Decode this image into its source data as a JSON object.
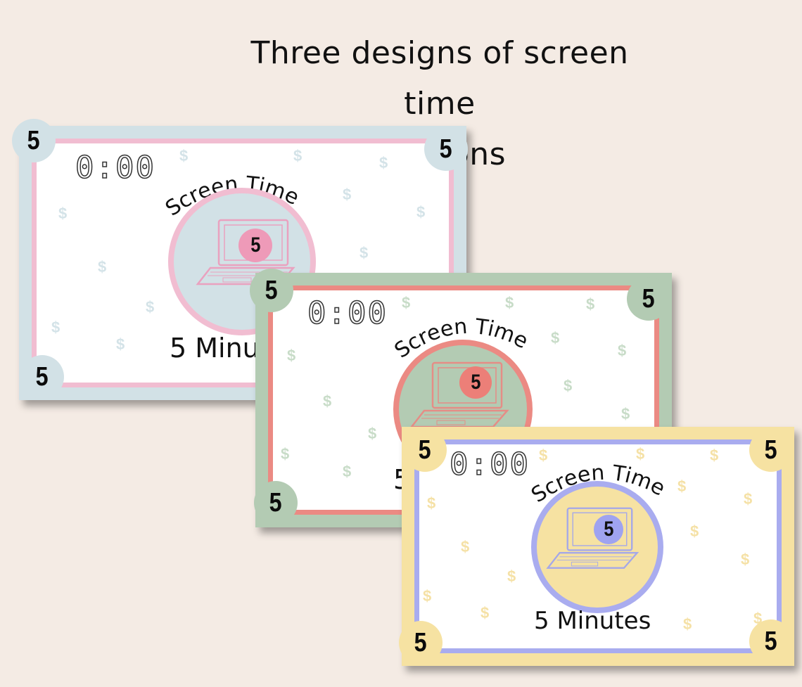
{
  "title_line1": "Three designs of screen time",
  "title_line2": "coupons",
  "coupons": [
    {
      "corner_number": "5",
      "clock": "0:00",
      "heading": "Screen Time",
      "badge_number": "5",
      "minutes_label": "5 Minutes",
      "dollar_symbol": "$",
      "colors": {
        "frame": "#d2e1e6",
        "border": "#f1bdd1",
        "circle": "#d2e1e6",
        "badge": "#ee9ab8",
        "laptop": "#eaa1bf",
        "dollar": "#d4e3e8"
      }
    },
    {
      "corner_number": "5",
      "clock": "0:00",
      "heading": "Screen Time",
      "badge_number": "5",
      "minutes_label": "5",
      "dollar_symbol": "$",
      "colors": {
        "frame": "#b3cbb3",
        "border": "#eb8a83",
        "circle": "#b3cbb3",
        "badge": "#ec7f78",
        "laptop": "#e58d86",
        "dollar": "#c8dcc8"
      }
    },
    {
      "corner_number": "5",
      "clock": "0:00",
      "heading": "Screen Time",
      "badge_number": "5",
      "minutes_label": "5 Minutes",
      "dollar_symbol": "$",
      "colors": {
        "frame": "#f6e2a2",
        "border": "#a9acef",
        "circle": "#f6e2a2",
        "badge": "#9fa3f0",
        "laptop": "#a5a8e8",
        "dollar": "#f5e1a6"
      }
    }
  ]
}
